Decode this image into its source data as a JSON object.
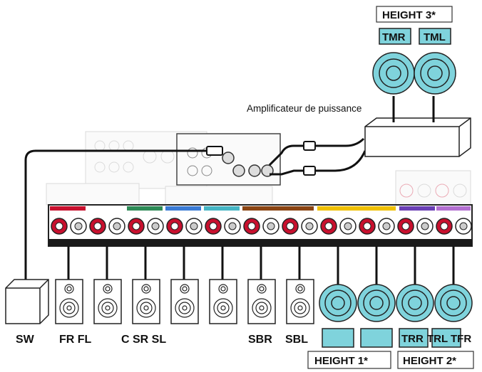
{
  "labels": {
    "height3": "HEIGHT 3*",
    "height1": "HEIGHT 1*",
    "height2": "HEIGHT 2*",
    "amp": "Amplificateur de puissance"
  },
  "chips": {
    "tmr": "TMR",
    "tml": "TML",
    "trr": "TRR",
    "trl": "TRL",
    "tfr": "TFR"
  },
  "speakers": {
    "sw": "SW",
    "frfl": "FR FL",
    "csrsl": "C SR SL",
    "sbr": "SBR",
    "sbl": "SBL"
  },
  "colors": {
    "cyan": "#7fd3dc",
    "terminal_red": "#c8102e",
    "gray": "#d9d9d9"
  }
}
